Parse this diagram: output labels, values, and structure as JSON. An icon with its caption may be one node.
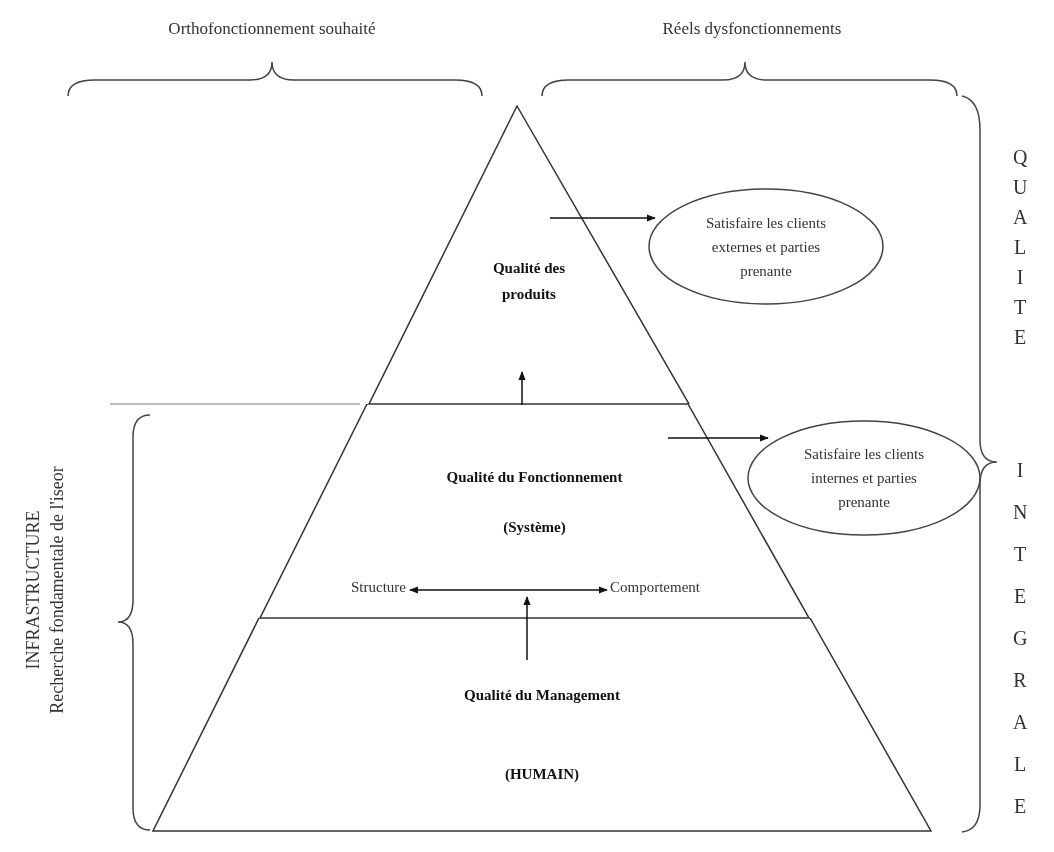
{
  "diagram": {
    "nodes": [
      {
        "text": [
          "Qualité des produits"
        ]
      },
      {
        "text": [
          "Qualité du Fonctionnement",
          "(Système)"
        ]
      },
      {
        "text": [
          "Structure"
        ],
        "in": 1
      },
      {
        "text": [
          "Comportement"
        ],
        "in": 1
      },
      {
        "text": [
          "Qualité du Management",
          "(HUMAIN)"
        ]
      },
      {
        "text": [
          "Satisfaire les clients externes et parties prenante"
        ]
      },
      {
        "text": [
          "Satisfaire les clients internes et parties prenante"
        ]
      }
    ],
    "edges": [
      {
        "from": 1,
        "to": 0,
        "arrow": "to"
      },
      {
        "from": 4,
        "to": 1,
        "arrow": "to"
      },
      {
        "from": 2,
        "to": 3,
        "arrow": "both"
      },
      {
        "from": 0,
        "to": 5,
        "arrow": "to"
      },
      {
        "from": 1,
        "to": 6,
        "arrow": "to"
      }
    ],
    "labels": [
      "Orthofonctionnement souhaité",
      "Réels dysfonctionnements",
      "QUALITE",
      "INTEGRALE",
      "INFRASTRUCTURE",
      "Recherche fondamentale de l'iseor"
    ]
  }
}
